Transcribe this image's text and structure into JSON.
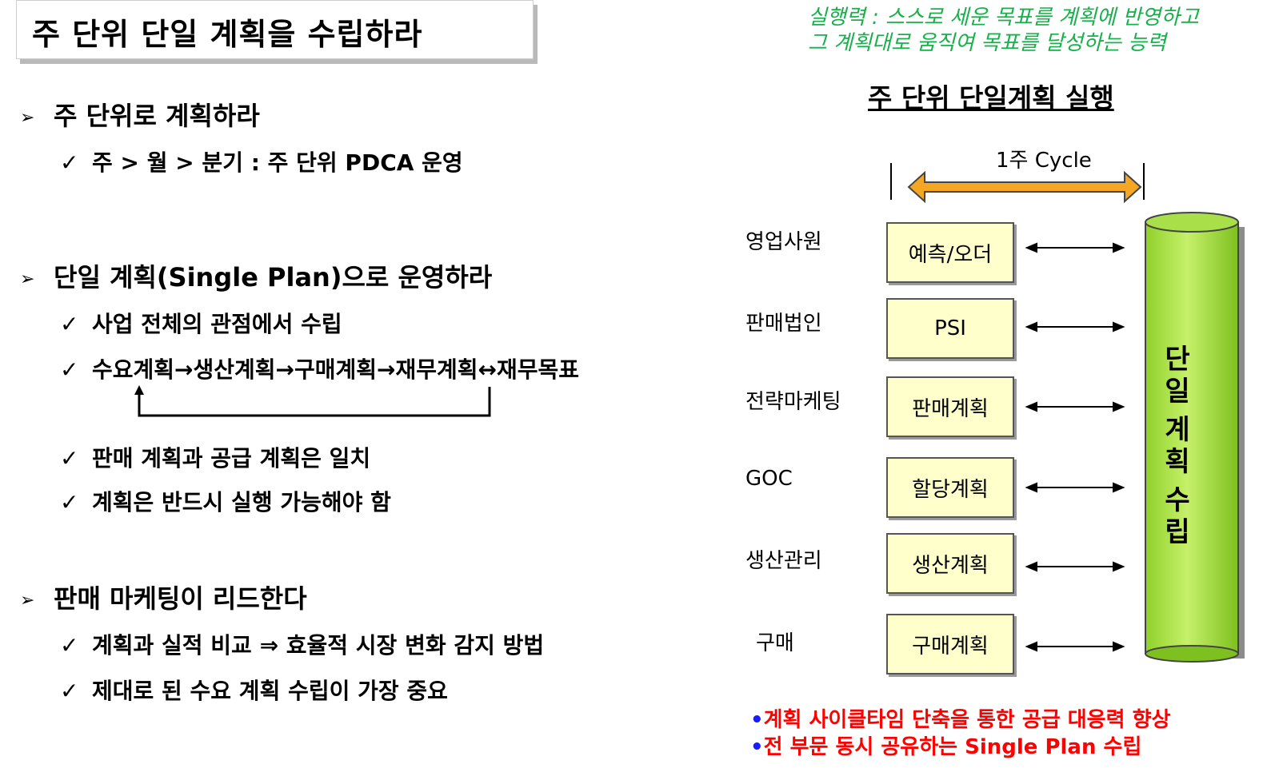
{
  "title": "주 단위 단일 계획을 수립하라",
  "sections": [
    {
      "heading": "주 단위로 계획하라",
      "items": [
        "주 > 월 > 분기 : 주 단위 PDCA 운영"
      ]
    },
    {
      "heading": "단일 계획(Single Plan)으로 운영하라",
      "items": [
        "사업 전체의 관점에서 수립",
        "수요계획→생산계획→구매계획→재무계획↔재무목표",
        "판매 계획과 공급 계획은 일치",
        "계획은 반드시 실행 가능해야 함"
      ]
    },
    {
      "heading": "판매 마케팅이 리드한다",
      "items": [
        "계획과 실적 비교 ⇒ 효율적 시장 변화 감지 방법",
        "제대로 된 수요 계획 수립이 가장 중요"
      ]
    }
  ],
  "markers": {
    "heading": "➢",
    "check": "✓"
  },
  "motto": {
    "line1": "실행력 : 스스로 세운 목표를 계획에 반영하고",
    "line2": "그 계획대로 움직여 목표를 달성하는 능력"
  },
  "diagram": {
    "title": "주 단위 단일계획 실행",
    "cycle_label": "1주 Cycle",
    "rows": [
      {
        "label": "영업사원",
        "box": "예측/오더"
      },
      {
        "label": "판매법인",
        "box": "PSI"
      },
      {
        "label": "전략마케팅",
        "box": "판매계획"
      },
      {
        "label": "GOC",
        "box": "할당계획"
      },
      {
        "label": "생산관리",
        "box": "생산계획"
      },
      {
        "label": "구매",
        "box": "구매계획"
      }
    ],
    "cylinder_label": "단일계획수립",
    "notes": [
      "계획 사이클타임 단축을 통한 공급 대응력 향상",
      "전 부문 동시 공유하는 Single Plan 수립"
    ],
    "note_bullet": "•"
  },
  "colors": {
    "motto": "#17b04a",
    "cycle_arrow": "#f5a623",
    "box_fill": "#ffffcc",
    "cylinder": "#99dd33",
    "note": "#ff0000",
    "note_bullet": "#1a1aff"
  }
}
